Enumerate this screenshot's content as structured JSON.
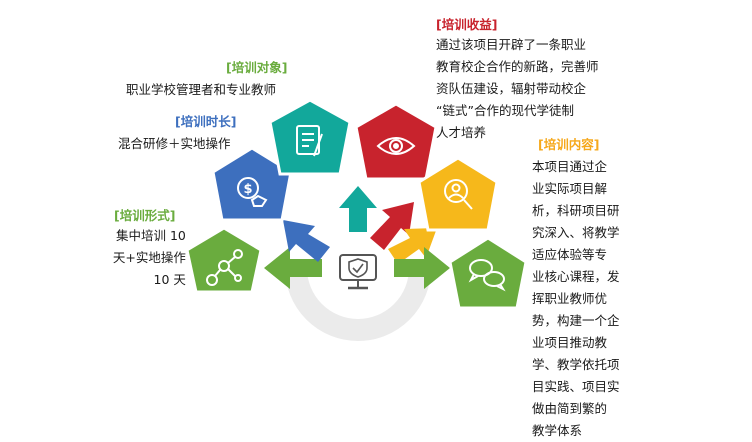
{
  "colors": {
    "teal": "#12a89b",
    "red": "#c8232d",
    "blue": "#3d6fbe",
    "yellow": "#f6b81b",
    "green": "#6aac3e",
    "ring": "#ebebeb"
  },
  "sections": [
    {
      "key": "target",
      "title": "[培训对象]",
      "title_color": "#6aac3e",
      "icon": "document-pen-icon",
      "lines": [
        "职业学校管理者和专业教师"
      ]
    },
    {
      "key": "duration",
      "title": "[培训时长]",
      "title_color": "#3d6fbe",
      "icon": "money-hand-icon",
      "lines": [
        "混合研修＋实地操作"
      ]
    },
    {
      "key": "format",
      "title": "[培训形式]",
      "title_color": "#6aac3e",
      "icon": "network-nodes-icon",
      "lines": [
        "集中培训 10",
        "天+实地操作",
        "10 天"
      ]
    },
    {
      "key": "benefit",
      "title": "[培训收益]",
      "title_color": "#c8232d",
      "icon": "eye-icon",
      "lines": [
        "通过该项目开辟了一条职业",
        "教育校企合作的新路，完善师",
        "资队伍建设，辐射带动校企",
        "“链式”合作的现代学徒制",
        "人才培养"
      ]
    },
    {
      "key": "content",
      "title": "[培训内容]",
      "title_color": "#f6a81b",
      "icon": "search-person-icon",
      "lines": [
        "本项目通过企",
        "业实际项目解",
        "析，科研项目研",
        "究深入、将教学",
        "适应体验等专",
        "业核心课程，发",
        "挥职业教师优",
        "势，构建一个企",
        "业项目推动教",
        "学、教学依托项",
        "目实践、项目实",
        "做由简到繁的",
        "教学体系"
      ]
    }
  ],
  "center_icon": "monitor-check-icon",
  "chat_icon": "chat-bubbles-icon"
}
